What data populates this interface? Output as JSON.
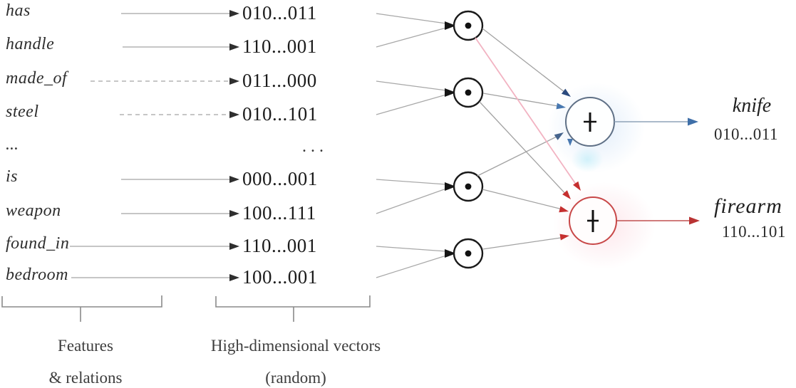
{
  "figure": {
    "title_semantics": "hyperdimensional feature binding and bundling diagram",
    "features": [
      {
        "label": "has",
        "vector": "010...011",
        "arrow": "solid"
      },
      {
        "label": "handle",
        "vector": "110...001",
        "arrow": "solid"
      },
      {
        "label": "made_of",
        "vector": "011...000",
        "arrow": "dashed"
      },
      {
        "label": "steel",
        "vector": "010...101",
        "arrow": "dashed"
      },
      {
        "label": "...",
        "vector": "...",
        "arrow": "none"
      },
      {
        "label": "is",
        "vector": "000...001",
        "arrow": "solid"
      },
      {
        "label": "weapon",
        "vector": "100...111",
        "arrow": "solid"
      },
      {
        "label": "found_in",
        "vector": "110...001",
        "arrow": "solid"
      },
      {
        "label": "bedroom",
        "vector": "100...001",
        "arrow": "solid"
      }
    ],
    "operators": {
      "binding_icon": "circled-dot-icon",
      "bundling_icon": "plus-circle-icon",
      "binding_count": "4",
      "bundling_count": "2"
    },
    "outputs": {
      "knife": {
        "label": "knife",
        "vector": "010...011",
        "accent": "#4a74ad"
      },
      "firearm": {
        "label": "firearm",
        "vector": "110...101",
        "accent": "#c23535"
      }
    },
    "captions": {
      "features_group": "Features\n& relations",
      "vectors_group": "High-dimensional vectors\n(random)"
    },
    "colors": {
      "line_gray": "#9e9e9e",
      "pink_line": "#f2b3c2",
      "navy_arrow": "#2b4a7e",
      "blue_arrow": "#4878b0",
      "red_arrow": "#c52f2f",
      "blue_circle_stroke": "#5f7086",
      "red_circle_stroke": "#c84848",
      "ink": "#1c1c1c"
    }
  }
}
